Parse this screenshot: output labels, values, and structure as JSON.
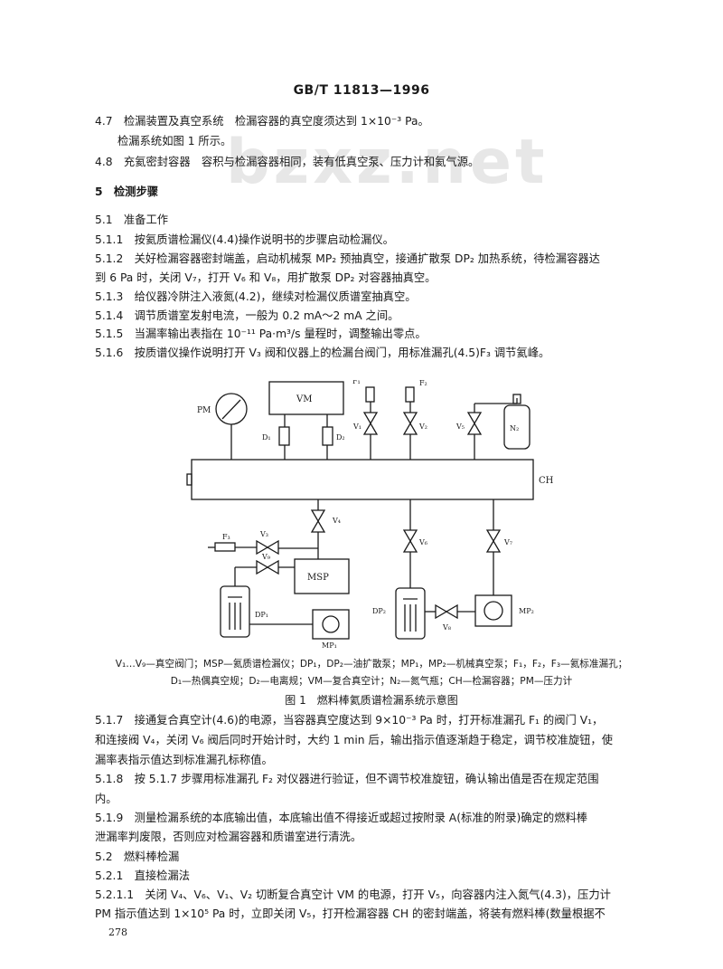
{
  "header": "GB/T 11813—1996",
  "watermark": "bzxz.net",
  "lines": [
    {
      "id": "l1",
      "text": "4.7　检漏装置及真空系统　检漏容器的真空度须达到 1×10⁻³ Pa。"
    },
    {
      "id": "l2",
      "text": "检漏系统如图 1 所示。"
    },
    {
      "id": "l3",
      "text": "4.8　充氦密封容器　容积与检漏容器相同，装有低真空泵、压力计和氦气源。"
    },
    {
      "id": "l4",
      "text": "5　检测步骤"
    },
    {
      "id": "l5",
      "text": "5.1　准备工作"
    },
    {
      "id": "l6",
      "text": "5.1.1　按氦质谱检漏仪(4.4)操作说明书的步骤启动检漏仪。"
    },
    {
      "id": "l7",
      "text": "5.1.2　关好检漏容器密封端盖，启动机械泵 MP₂ 预抽真空，接通扩散泵 DP₂ 加热系统，待检漏容器达"
    },
    {
      "id": "l8",
      "text": "到 6 Pa 时，关闭 V₇，打开 V₆ 和 V₈，用扩散泵 DP₂ 对容器抽真空。"
    },
    {
      "id": "l9",
      "text": "5.1.3　给仪器冷阱注入液氮(4.2)，继续对检漏仪质谱室抽真空。"
    },
    {
      "id": "l10",
      "text": "5.1.4　调节质谱室发射电流，一般为 0.2 mA～2 mA 之间。"
    },
    {
      "id": "l11",
      "text": "5.1.5　当漏率输出表指在 10⁻¹¹ Pa·m³/s 量程时，调整输出零点。"
    },
    {
      "id": "l12",
      "text": "5.1.6　按质谱仪操作说明打开 V₃ 阀和仪器上的检漏台阀门，用标准漏孔(4.5)F₃ 调节氦峰。"
    }
  ],
  "diagram_labels": {
    "pm": "PM",
    "vm": "VM",
    "d1": "D₁",
    "d2": "D₂",
    "f1": "F₁",
    "f2": "F₂",
    "v1": "V₁",
    "v2": "V₂",
    "v5": "V₅",
    "n2": "N₂",
    "ch": "CH",
    "v4": "V₄",
    "f3": "F₃",
    "v3": "V₃",
    "v9": "V₉",
    "msp": "MSP",
    "dp1": "DP₁",
    "mp1": "MP₁",
    "v6": "V₆",
    "v7": "V₇",
    "dp2": "DP₂",
    "v8": "V₈",
    "mp2": "MP₂"
  },
  "legend": [
    "V₁…V₉—真空阀门；MSP—氦质谱检漏仪；DP₁，DP₂—油扩散泵；MP₁，MP₂—机械真空泵；F₁，F₂，F₃—氦标准漏孔；",
    "D₁—热偶真空规；D₂—电离规；VM—复合真空计；N₂—氮气瓶；CH—检漏容器；PM—压力计"
  ],
  "caption": "图 1　燃料棒氦质谱检漏系统示意图",
  "lines2": [
    {
      "id": "m1",
      "text": "5.1.7　接通复合真空计(4.6)的电源，当容器真空度达到 9×10⁻³ Pa 时，打开标准漏孔 F₁ 的阀门 V₁，"
    },
    {
      "id": "m2",
      "text": "和连接阀 V₄，关闭 V₆ 阀后同时开始计时，大约 1 min 后，输出指示值逐渐趋于稳定，调节校准旋钮，使"
    },
    {
      "id": "m3",
      "text": "漏率表指示值达到标准漏孔标称值。"
    },
    {
      "id": "m4",
      "text": "5.1.8　按 5.1.7 步骤用标准漏孔 F₂ 对仪器进行验证，但不调节校准旋钮，确认输出值是否在规定范围"
    },
    {
      "id": "m5",
      "text": "内。"
    },
    {
      "id": "m6",
      "text": "5.1.9　测量检漏系统的本底输出值，本底输出值不得接近或超过按附录 A(标准的附录)确定的燃料棒"
    },
    {
      "id": "m7",
      "text": "泄漏率判废限，否则应对检漏容器和质谱室进行清洗。"
    },
    {
      "id": "m8",
      "text": "5.2　燃料棒检漏"
    },
    {
      "id": "m9",
      "text": "5.2.1　直接检漏法"
    },
    {
      "id": "m10",
      "text": "5.2.1.1　关闭 V₄、V₆、V₁、V₂ 切断复合真空计 VM 的电源，打开 V₅，向容器内注入氮气(4.3)，压力计"
    },
    {
      "id": "m11",
      "text": "PM 指示值达到 1×10⁵ Pa 时，立即关闭 V₅，打开检漏容器 CH 的密封端盖，将装有燃料棒(数量根据不"
    }
  ],
  "page_number": "278"
}
